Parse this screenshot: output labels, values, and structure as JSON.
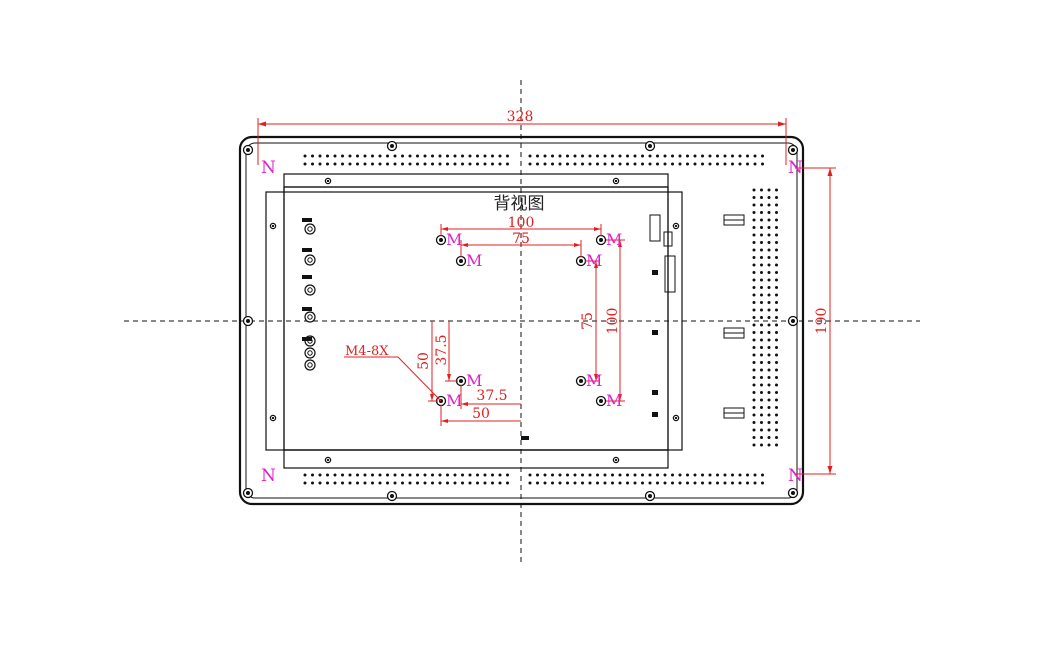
{
  "drawing": {
    "title": "背视图",
    "colors": {
      "outline": "#111111",
      "dimension": "#e02020",
      "marker": "#e020c8"
    },
    "dimensions": {
      "overall_width": "328",
      "overall_height": "190",
      "vesa_large_width": "100",
      "vesa_small_width": "75",
      "vesa_small_height": "75",
      "vesa_large_height": "100",
      "offset_37_5_h": "37.5",
      "offset_37_5_v": "37.5",
      "offset_50_h": "50",
      "offset_50_v": "50"
    },
    "screw_spec": "M4-8X",
    "hole_markers": {
      "vesa": "M",
      "frame": "N"
    }
  }
}
